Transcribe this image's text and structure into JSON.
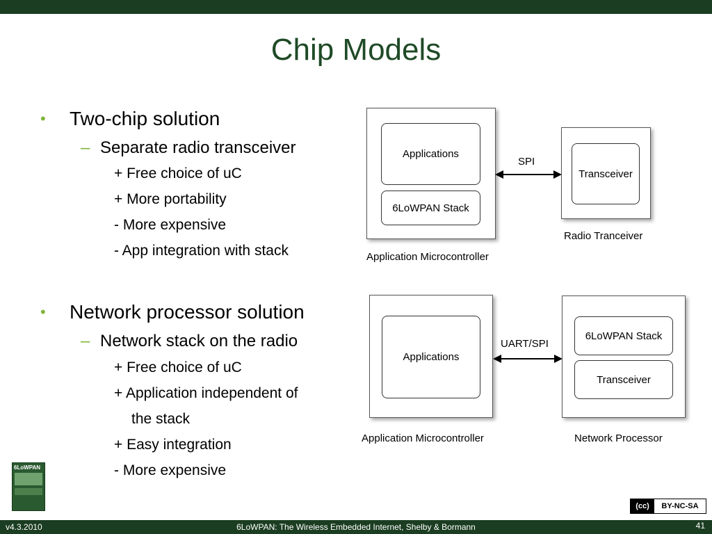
{
  "slide": {
    "title": "Chip Models",
    "bullets": {
      "two_chip": "Two-chip solution",
      "two_chip_sub": "Separate radio transceiver",
      "two_chip_items": [
        "+ Free choice of uC",
        "+ More portability",
        "- More expensive",
        "- App integration with stack"
      ],
      "netproc": "Network processor solution",
      "netproc_sub": "Network stack on the radio",
      "netproc_items": [
        "+ Free choice of uC",
        "+ Application independent of",
        "the stack",
        "+ Easy integration",
        "- More expensive"
      ]
    },
    "bullet_glyph": "•",
    "dash_glyph": "–"
  },
  "diagram1": {
    "box_applications": "Applications",
    "box_stack": "6LoWPAN Stack",
    "arrow_label": "SPI",
    "box_transceiver": "Transceiver",
    "caption_left": "Application Microcontroller",
    "caption_right": "Radio Tranceiver"
  },
  "diagram2": {
    "box_applications": "Applications",
    "arrow_label": "UART/SPI",
    "box_stack": "6LoWPAN Stack",
    "box_transceiver": "Transceiver",
    "caption_left": "Application Microcontroller",
    "caption_right": "Network Processor"
  },
  "book_cover_title": "6LoWPAN",
  "license": {
    "cc": "(cc)",
    "terms": "BY-NC-SA"
  },
  "footer": {
    "version": "v4.3.2010",
    "center": "6LoWPAN: The Wireless Embedded Internet, Shelby & Bormann",
    "page": "41"
  },
  "colors": {
    "theme_dark_green": "#1b3d21",
    "title_green": "#1f4a26",
    "bullet_green": "#7fb539"
  }
}
